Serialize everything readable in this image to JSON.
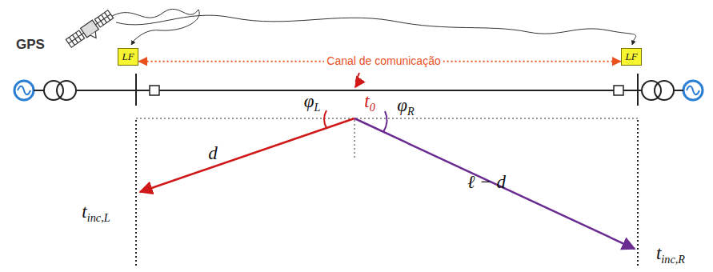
{
  "diagram": {
    "nodes": [
      {
        "text": [
          "LF"
        ]
      },
      {
        "text": [
          "LF"
        ]
      }
    ],
    "edges": [
      {
        "from": 0,
        "to": 1,
        "arrow": "both",
        "label": "Canal de comunicação"
      }
    ],
    "labels": [
      "GPS",
      "t0",
      "φL",
      "φR",
      "d",
      "ℓ − d",
      "tinc,L",
      "tinc,R"
    ]
  }
}
